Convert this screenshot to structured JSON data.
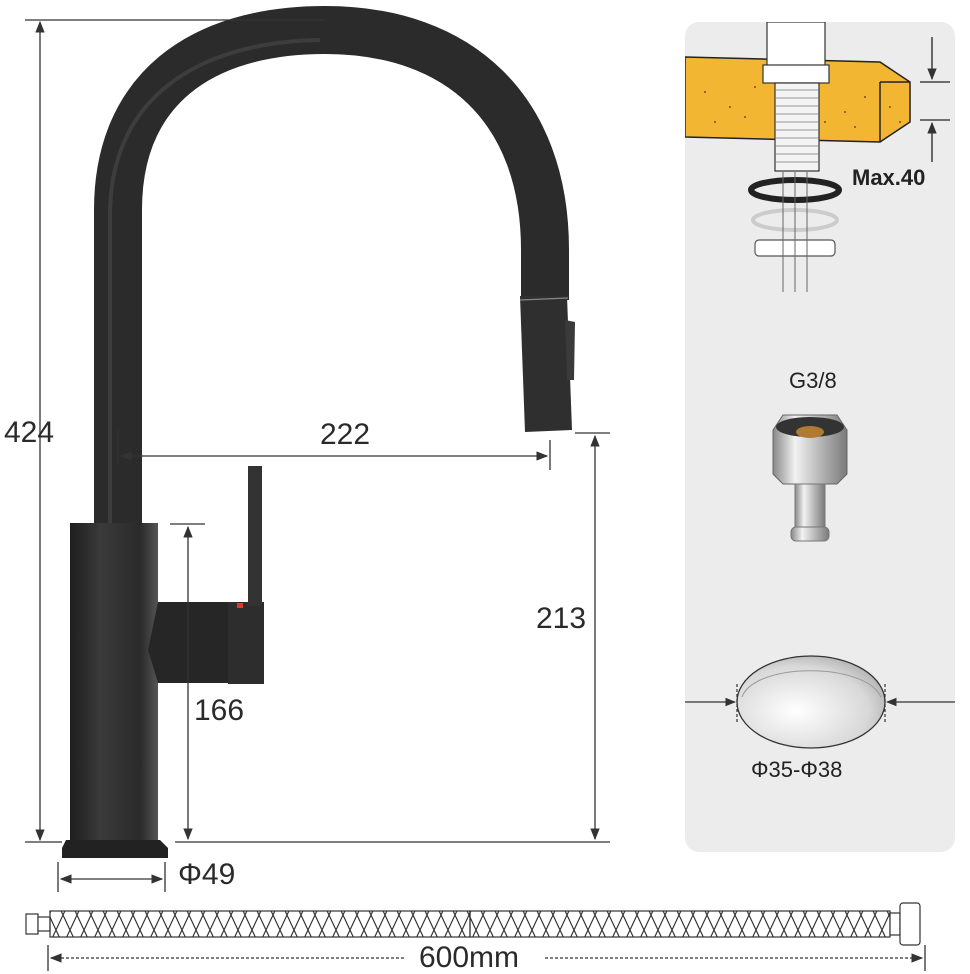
{
  "diagram": {
    "subject": "Pull-down kitchen faucet dimension drawing",
    "faucet_dimensions": {
      "total_height": "424",
      "spout_reach": "222",
      "spout_clearance_height": "213",
      "body_height": "166",
      "base_diameter": "Φ49"
    },
    "installation_panel": {
      "countertop_thickness": "Max.40",
      "connector_thread": "G3/8",
      "hole_diameter": "Φ35-Φ38"
    },
    "hose": {
      "length": "600mm"
    },
    "colors": {
      "faucet": "#2b2b2b",
      "countertop": "#f2b632",
      "panel_background": "#ececec",
      "handle_indicator": "#d83a2e",
      "dimension_line": "#333333"
    }
  }
}
